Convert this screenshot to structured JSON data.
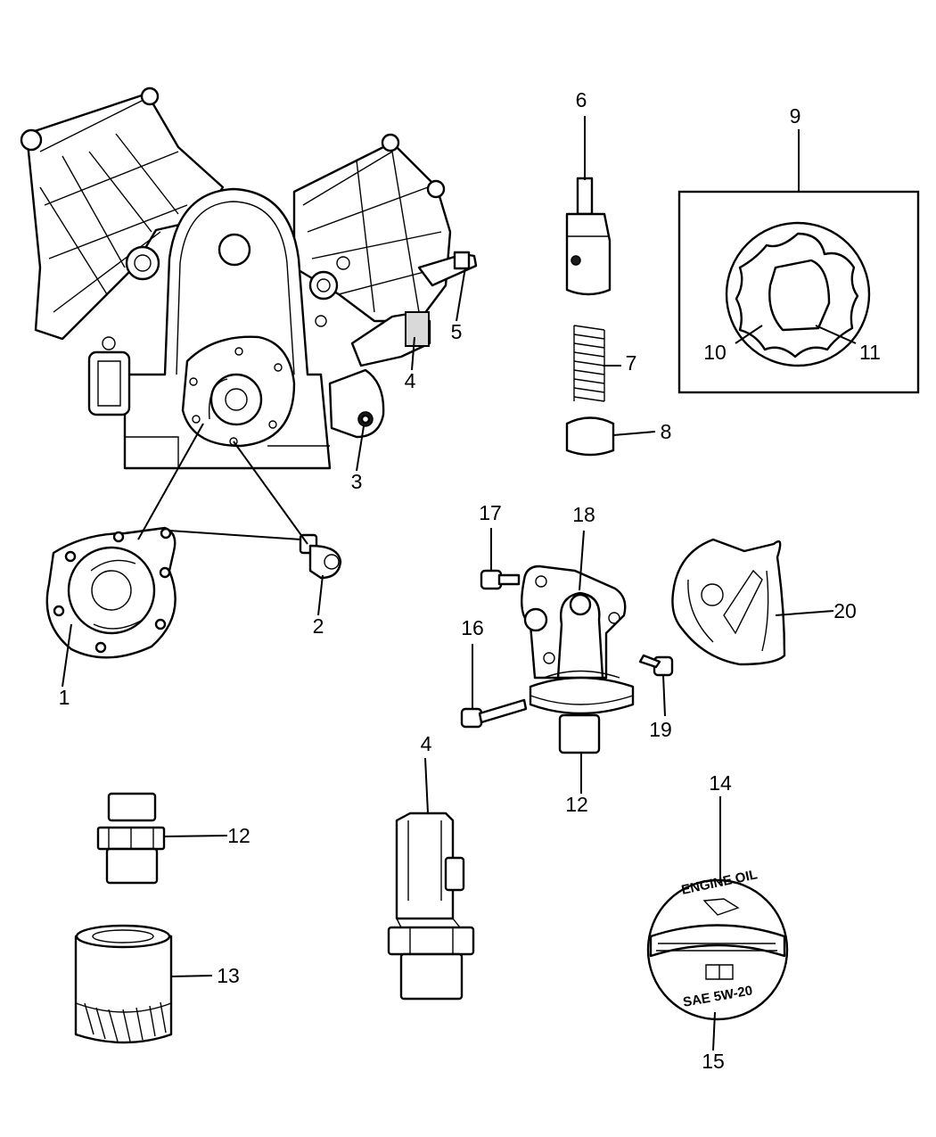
{
  "labels": {
    "l1": "1",
    "l2": "2",
    "l3": "3",
    "l4a": "4",
    "l5": "5",
    "l6": "6",
    "l7": "7",
    "l8": "8",
    "l9": "9",
    "l10": "10",
    "l11": "11",
    "l12a": "12",
    "l12b": "12",
    "l13": "13",
    "l14": "14",
    "l15": "15",
    "l16": "16",
    "l17": "17",
    "l18": "18",
    "l19": "19",
    "l20": "20",
    "l4b": "4"
  },
  "cap_text": {
    "top": "ENGINE OIL",
    "bottom": "SAE 5W-20"
  }
}
